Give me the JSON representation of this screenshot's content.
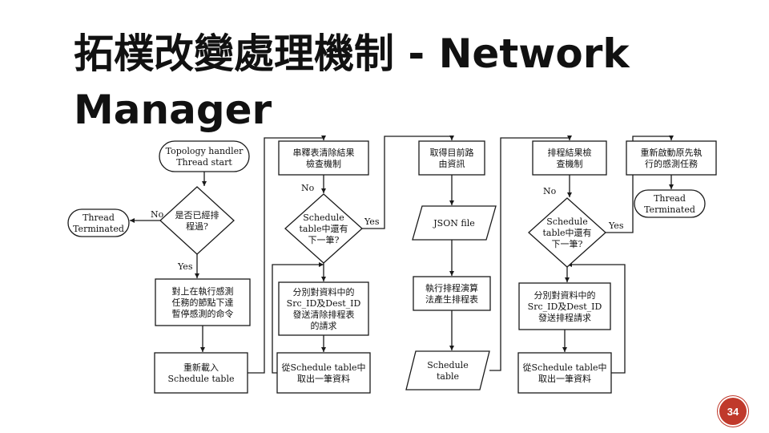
{
  "slide": {
    "title_line1": "拓樸改變處理機制 - Network",
    "title_line2": "Manager",
    "page_number": "34"
  },
  "flowchart": {
    "nodes": [
      {
        "id": "n_start",
        "lines": [
          "Topology handler",
          "Thread start"
        ]
      },
      {
        "id": "n_check",
        "lines": [
          "是否已經排",
          "程過?"
        ]
      },
      {
        "id": "n_term1",
        "lines": [
          "Thread",
          "Terminated"
        ]
      },
      {
        "id": "n_pause",
        "lines": [
          "對上在執行感測",
          "任務的節點下達",
          "暫停感測的命令"
        ]
      },
      {
        "id": "n_reload",
        "lines": [
          "重新載入",
          "Schedule table"
        ]
      },
      {
        "id": "n_release",
        "lines": [
          "串釋表清除結果",
          "檢查機制"
        ]
      },
      {
        "id": "n_more1",
        "lines": [
          "Schedule",
          "table中還有",
          "下一筆?"
        ]
      },
      {
        "id": "n_send_clear",
        "lines": [
          "分別對資料中的",
          "Src_ID及Dest_ID",
          "發送清除排程表",
          "的請求"
        ]
      },
      {
        "id": "n_take1",
        "lines": [
          "從Schedule table中",
          "取出一筆資料"
        ]
      },
      {
        "id": "n_route",
        "lines": [
          "取得目前路",
          "由資訊"
        ]
      },
      {
        "id": "n_json",
        "lines": [
          "JSON file"
        ]
      },
      {
        "id": "n_algo",
        "lines": [
          "執行排程演算",
          "法產生排程表"
        ]
      },
      {
        "id": "n_sched",
        "lines": [
          "Schedule",
          "table"
        ]
      },
      {
        "id": "n_result",
        "lines": [
          "排程結果檢",
          "查機制"
        ]
      },
      {
        "id": "n_more2",
        "lines": [
          "Schedule",
          "table中還有",
          "下一筆?"
        ]
      },
      {
        "id": "n_send_req",
        "lines": [
          "分別對資料中的",
          "Src_ID及Dest_ID",
          "發送排程請求"
        ]
      },
      {
        "id": "n_take2",
        "lines": [
          "從Schedule table中",
          "取出一筆資料"
        ]
      },
      {
        "id": "n_restart",
        "lines": [
          "重新啟動原先執",
          "行的感測任務"
        ]
      },
      {
        "id": "n_term2",
        "lines": [
          "Thread",
          "Terminated"
        ]
      }
    ],
    "edge_labels": {
      "check_no": "No",
      "check_yes": "Yes",
      "more1_no": "No",
      "more1_yes": "Yes",
      "more2_no": "No",
      "more2_yes": "Yes"
    }
  }
}
